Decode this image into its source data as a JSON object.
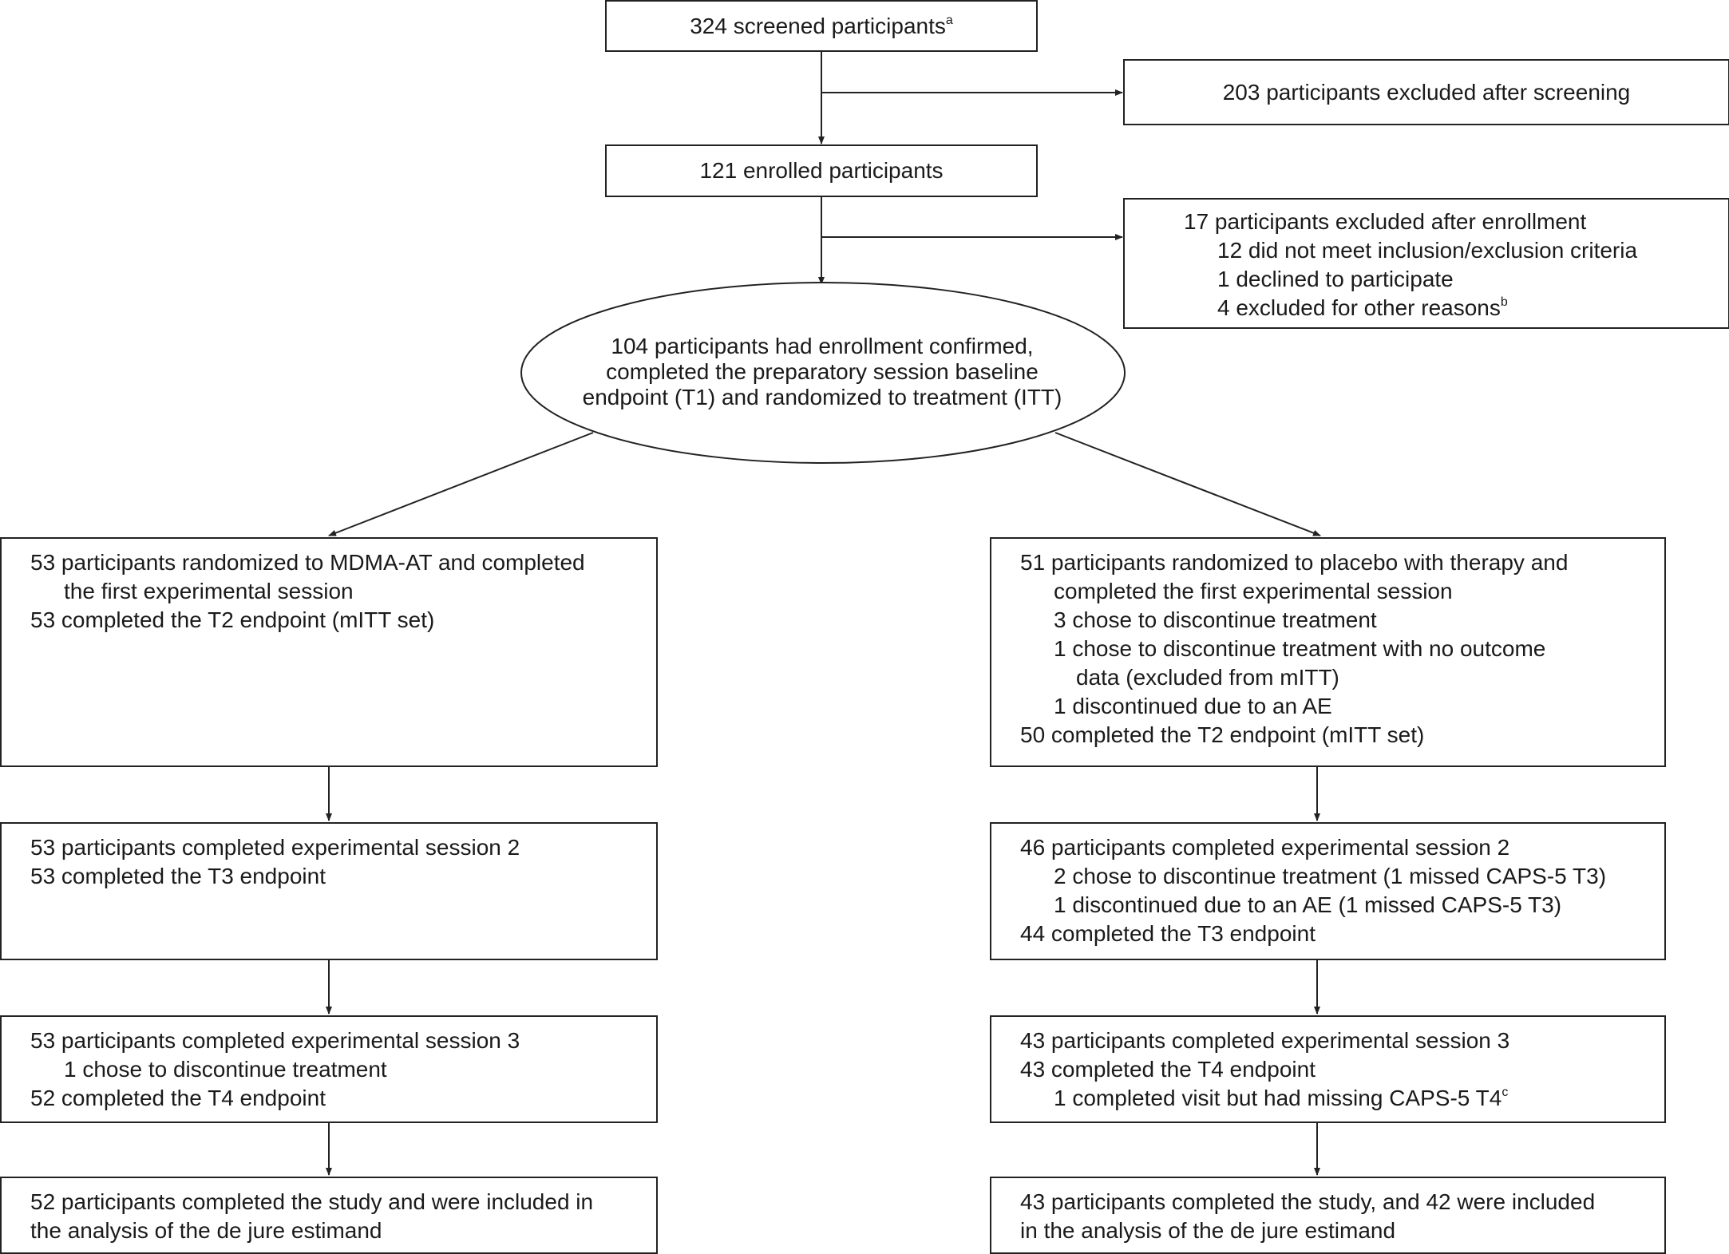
{
  "screened": {
    "text": "324 screened participants",
    "sup": "a"
  },
  "excluded_screening": {
    "text": "203 participants excluded after screening"
  },
  "enrolled": {
    "text": "121 enrolled participants"
  },
  "excluded_enrollment": {
    "title": "17 participants excluded after enrollment",
    "items": [
      "12 did not meet inclusion/exclusion criteria",
      "1 declined to participate",
      "4 excluded for other reasons"
    ],
    "sup": "b"
  },
  "randomized": {
    "lines": [
      "104 participants had enrollment confirmed,",
      "completed the preparatory session baseline",
      "endpoint (T1) and randomized to treatment (ITT)"
    ]
  },
  "mdma": {
    "box1": {
      "line1": "53 participants randomized to MDMA-AT and completed",
      "line2": "the first experimental session",
      "line3": "53 completed the T2 endpoint (mITT set)"
    },
    "box2": {
      "line1": "53 participants completed experimental session 2",
      "line2": "53 completed the T3 endpoint"
    },
    "box3": {
      "line1": "53 participants completed experimental session 3",
      "line2": "1 chose to discontinue treatment",
      "line3": "52 completed the T4 endpoint"
    },
    "box4": {
      "line1": "52 participants completed the study and were included in",
      "line2": "the analysis of the de jure estimand"
    }
  },
  "placebo": {
    "box1": {
      "line1": "51 participants randomized to placebo with therapy and",
      "line2": "completed the first experimental session",
      "line3": "3 chose to discontinue treatment",
      "line4": "1 chose to discontinue treatment with no outcome",
      "line5": "data (excluded from mITT)",
      "line6": "1 discontinued due to an AE",
      "line7": "50 completed the T2 endpoint (mITT set)"
    },
    "box2": {
      "line1": "46 participants completed experimental session 2",
      "line2": "2 chose to discontinue treatment (1 missed CAPS-5 T3)",
      "line3": "1 discontinued due to an AE (1 missed CAPS-5 T3)",
      "line4": "44 completed the T3 endpoint"
    },
    "box3": {
      "line1": "43 participants completed experimental session 3",
      "line2": "43 completed the T4 endpoint",
      "line3": "1 completed visit but had missing CAPS-5 T4",
      "sup": "c"
    },
    "box4": {
      "line1": "43 participants completed the study, and 42 were included",
      "line2": "in the analysis of the de jure estimand"
    }
  }
}
